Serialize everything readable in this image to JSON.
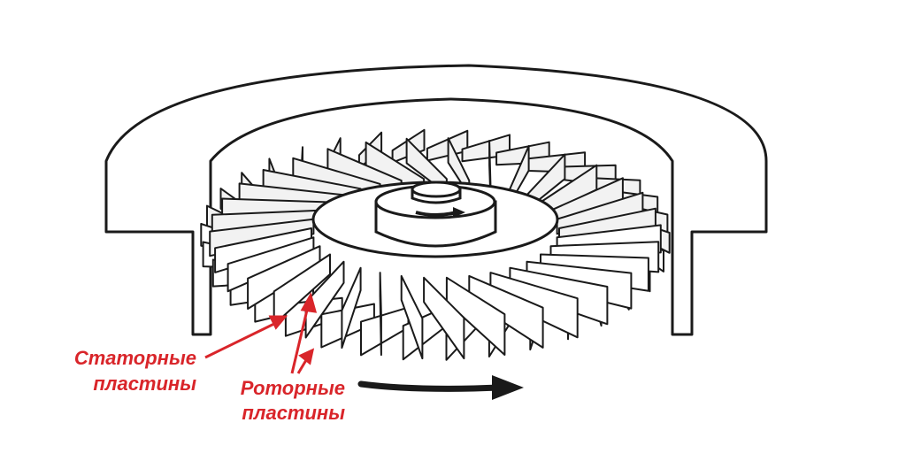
{
  "labels": {
    "stator_line1": "Статорные",
    "stator_line2": "пластины",
    "rotor_line1": "Роторные",
    "rotor_line2": "пластины"
  },
  "colors": {
    "annotation": "#d9252a",
    "ink": "#1a1a1a",
    "background": "#ffffff"
  },
  "counts": {
    "rotor_blades": 34,
    "stator_blades": 34
  }
}
